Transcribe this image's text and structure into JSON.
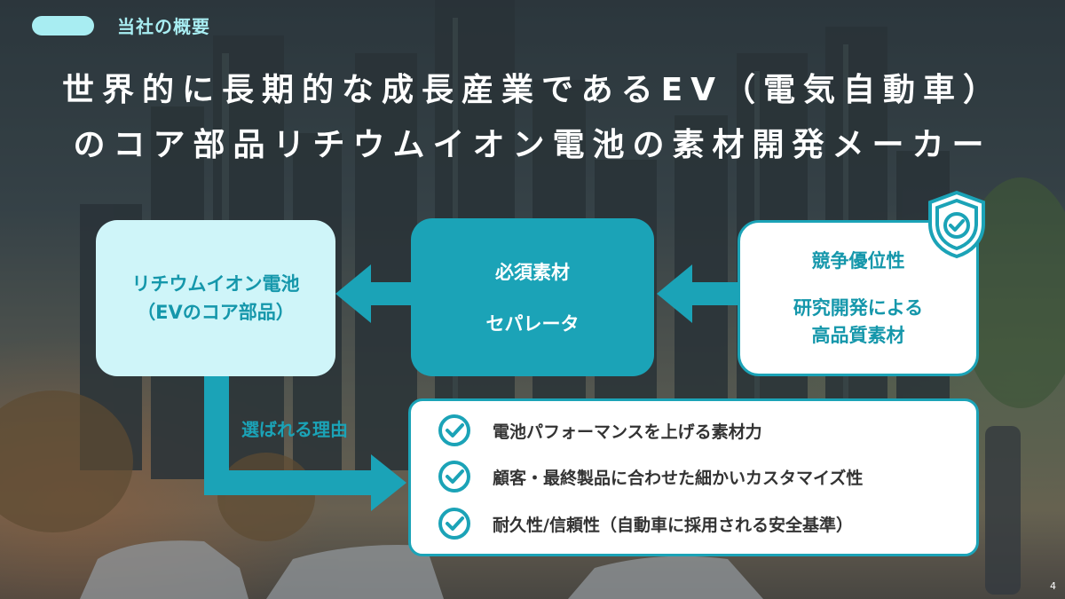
{
  "header": {
    "section_title": "当社の概要",
    "headline_line1": "世界的に長期的な成長産業であるEV（電気自動車）",
    "headline_line2": "のコア部品リチウムイオン電池の素材開発メーカー"
  },
  "flow": {
    "liion_box": {
      "line1": "リチウムイオン電池",
      "line2": "（EVのコア部品）"
    },
    "material_box": {
      "line1": "必須素材",
      "line2": "セパレータ"
    },
    "advantage_box": {
      "line1": "競争優位性",
      "line2": "研究開発による",
      "line3": "高品質素材"
    }
  },
  "reasons": {
    "label": "選ばれる理由",
    "items": [
      "電池パフォーマンスを上げる素材力",
      "顧客・最終製品に合わせた細かいカスタマイズ性",
      "耐久性/信頼性（自動車に採用される安全基準）"
    ]
  },
  "footer": {
    "page_number": "4"
  },
  "colors": {
    "accent": "#1ba3b7",
    "light_accent": "#cff5f9",
    "pill": "#a8edf2"
  },
  "icons": [
    "shield-check-icon",
    "check-circle-icon",
    "arrow-left-icon",
    "arrow-right-icon"
  ]
}
